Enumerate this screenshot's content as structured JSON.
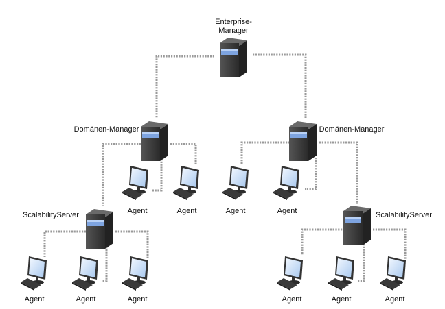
{
  "nodes": {
    "enterprise": {
      "label_line1": "Enterprise-",
      "label_line2": "Manager"
    },
    "domain_left": {
      "label": "Domänen-Manager"
    },
    "domain_right": {
      "label": "Domänen-Manager"
    },
    "scalability_left": {
      "label": "ScalabilityServer"
    },
    "scalability_right": {
      "label": "ScalabilityServer"
    },
    "agents": [
      "Agent",
      "Agent",
      "Agent",
      "Agent",
      "Agent",
      "Agent",
      "Agent",
      "Agent",
      "Agent",
      "Agent"
    ]
  },
  "colors": {
    "connector": "#9a9a9a",
    "server": "#3a3a3a",
    "screen": "#cfe3fb"
  }
}
